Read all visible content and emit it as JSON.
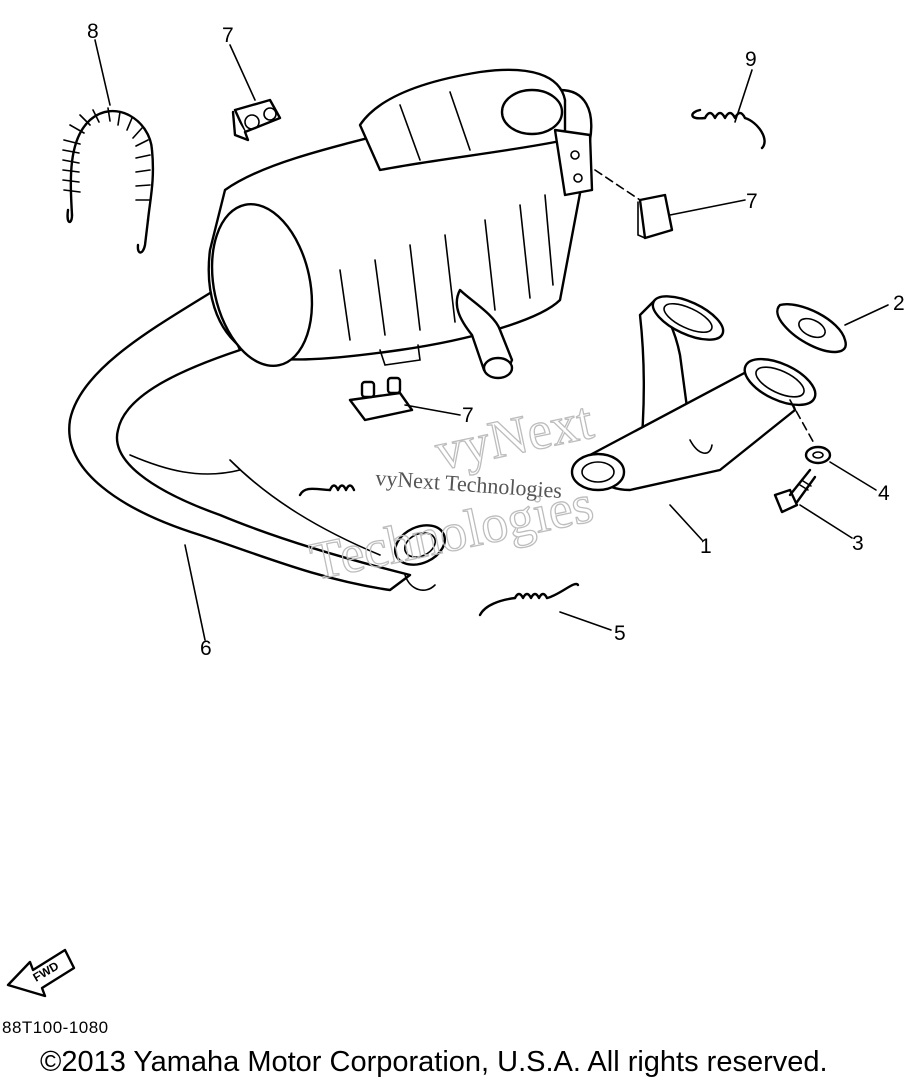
{
  "callouts": {
    "c1": "1",
    "c2": "2",
    "c3": "3",
    "c4": "4",
    "c5": "5",
    "c6": "6",
    "c7a": "7",
    "c7b": "7",
    "c7c": "7",
    "c8": "8",
    "c9": "9"
  },
  "watermark": {
    "line1": "vyNext",
    "line2": "Technologies",
    "overlay": "vyNext Technologies"
  },
  "fwd_label": "FWD",
  "part_code": "88T100-1080",
  "copyright": "©2013 Yamaha Motor Corporation, U.S.A. All rights reserved."
}
